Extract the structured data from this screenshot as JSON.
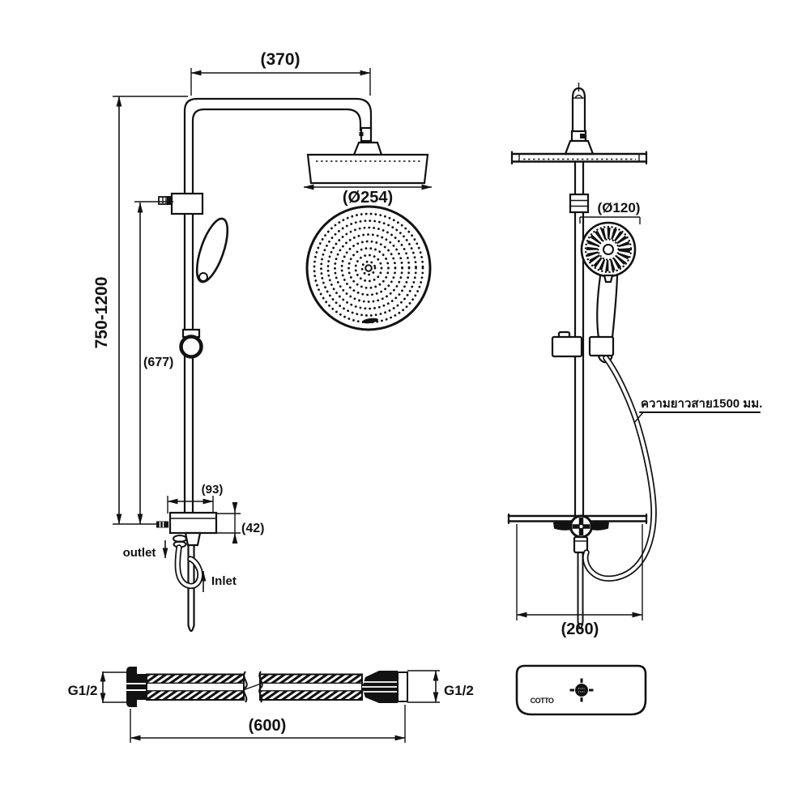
{
  "meta": {
    "description": "Rain shower set technical dimension drawing, three views with hose detail"
  },
  "colors": {
    "line": "#121212",
    "background": "#ffffff"
  },
  "side_view": {
    "dim_arm_reach": "(370)",
    "dim_head_diameter": "(Ø254)",
    "dim_height_range": "750-1200",
    "dim_rail_length": "(677)",
    "dim_valve_width": "(93)",
    "dim_valve_depth": "(42)",
    "outlet_label": "outlet",
    "inlet_label": "Inlet"
  },
  "front_view": {
    "dim_hand_shower_diameter": "(Ø120)",
    "hose_length_note": "ความยาวสาย1500 มม.",
    "dim_base_width": "(260)"
  },
  "hose_detail": {
    "thread_left": "G1/2",
    "thread_right": "G1/2",
    "dim_length": "(600)"
  },
  "shelf_top_view": {
    "brand": "COTTO"
  }
}
